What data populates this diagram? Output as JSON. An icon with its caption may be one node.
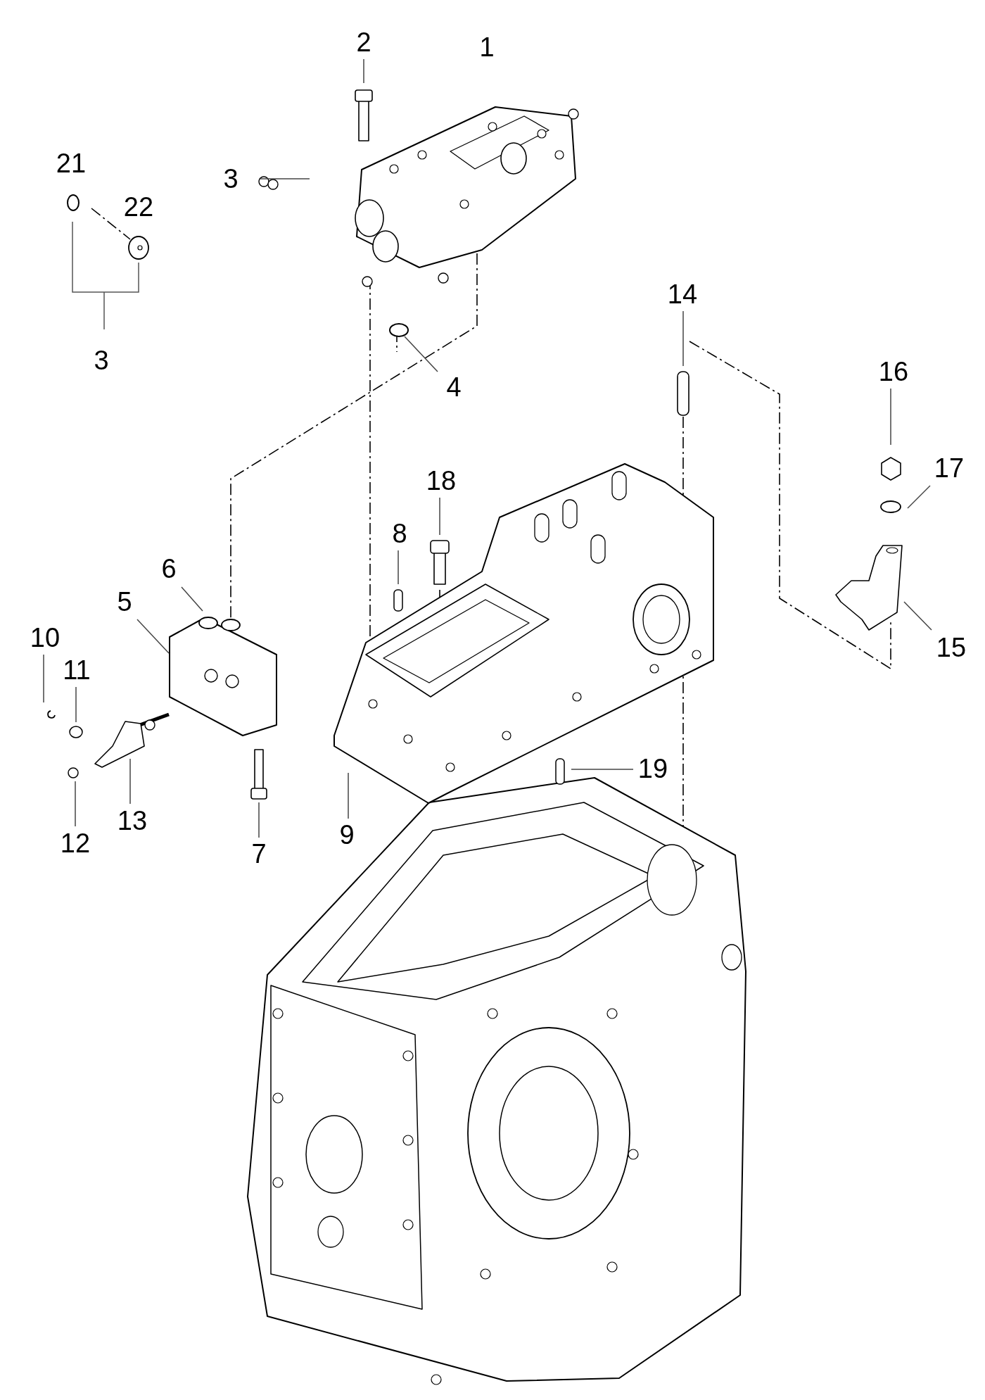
{
  "diagram": {
    "nodes": [
      {
        "text": [
          "2"
        ]
      },
      {
        "text": [
          "3"
        ]
      },
      {
        "text": [
          "4"
        ]
      },
      {
        "text": [
          "5"
        ]
      },
      {
        "text": [
          "6"
        ]
      },
      {
        "text": [
          "7"
        ]
      },
      {
        "text": [
          "8"
        ]
      },
      {
        "text": [
          "9"
        ]
      },
      {
        "text": [
          "10"
        ]
      },
      {
        "text": [
          "11"
        ]
      },
      {
        "text": [
          "12"
        ]
      },
      {
        "text": [
          "13"
        ]
      },
      {
        "text": [
          "14"
        ]
      },
      {
        "text": [
          "15"
        ]
      },
      {
        "text": [
          "16"
        ]
      },
      {
        "text": [
          "17"
        ]
      },
      {
        "text": [
          "18"
        ]
      },
      {
        "text": [
          "19"
        ]
      }
    ],
    "edges": [
      {
        "from": 0,
        "to": null,
        "arrow": "none"
      },
      {
        "from": 1,
        "to": null,
        "arrow": "none"
      },
      {
        "from": 2,
        "to": null,
        "arrow": "none"
      },
      {
        "from": 3,
        "to": null,
        "arrow": "none"
      },
      {
        "from": 4,
        "to": null,
        "arrow": "none"
      },
      {
        "from": 5,
        "to": null,
        "arrow": "none"
      },
      {
        "from": 6,
        "to": null,
        "arrow": "none"
      },
      {
        "from": 7,
        "to": null,
        "arrow": "none"
      },
      {
        "from": 8,
        "to": null,
        "arrow": "none"
      },
      {
        "from": 9,
        "to": null,
        "arrow": "none"
      },
      {
        "from": 10,
        "to": null,
        "arrow": "none"
      },
      {
        "from": 11,
        "to": null,
        "arrow": "none"
      },
      {
        "from": 12,
        "to": null,
        "arrow": "none"
      },
      {
        "from": 13,
        "to": null,
        "arrow": "none"
      },
      {
        "from": 14,
        "to": null,
        "arrow": "none"
      },
      {
        "from": 15,
        "to": null,
        "arrow": "none"
      },
      {
        "from": 16,
        "to": null,
        "arrow": "none"
      },
      {
        "from": 17,
        "to": null,
        "arrow": "none"
      }
    ],
    "labels": [
      "1",
      "21",
      "22",
      "3"
    ]
  }
}
